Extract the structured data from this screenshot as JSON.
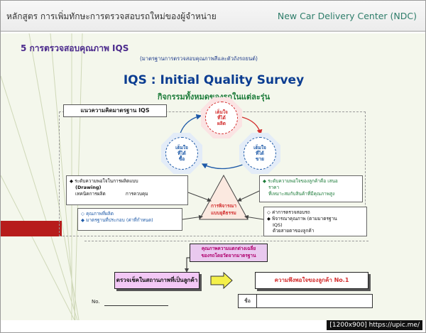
{
  "header": {
    "course_title": "หลักสูตร   การเพิ่มทักษะการตรวจสอบรถใหม่ของผู้จำหน่าย",
    "center_name": "New Car Delivery Center (NDC)"
  },
  "slide": {
    "section_title": "5 การตรวจสอบคุณภาพ IQS",
    "section_subtitle": "(มาตรฐานการตรวจสอบคุณภาพสีและตัวถังรถยนต์)",
    "main_title": "IQS : Initial Quality Survey",
    "main_subtitle": "กิจกรรมทั้งหมดของรถในแต่ละรุ่น",
    "concept_label": "แนวความคิดมาตรฐาน IQS"
  },
  "cycle": {
    "top": [
      "เต็มใจ",
      "ที่ได้",
      "ผลิต"
    ],
    "left": [
      "เต็มใจ",
      "ที่ได้",
      "ซื้อ"
    ],
    "right": [
      "เต็มใจ",
      "ที่ได้",
      "ขาย"
    ]
  },
  "boxes": {
    "left_top": {
      "line1": "◆ ระดับความพอใจในการผลิตแบบ",
      "line2": "(Drawing)",
      "line3": "เทคนิคการผลิต",
      "line4": "การควบคุม"
    },
    "right_top": {
      "line1": "◆ ระดับความพอใจของลูกค้าคือ เสนอ",
      "line2": "ราคา",
      "line3": "ที่เหมาะสมกับสินค้าที่มีคุณภาพสูง"
    },
    "left_bottom": {
      "line1": "◇ คุณภาพที่ผลิต",
      "line2": "◆ มาตรฐานที่ประกอบ (ค่าที่กำหนด)"
    },
    "right_bottom": {
      "line1": "◇ ค่าการตรวจสอบรถ",
      "line2": "◆ พิจารณาคุณภาพ (ตามมาตรฐาน",
      "line3": "IQS)",
      "line4": "ด้วยสายตาของลูกค้า"
    }
  },
  "triangle": {
    "line1": "การพิจารณา",
    "line2": "แบบยุติธรรม"
  },
  "note": {
    "line1": "คุณภาพความแตกต่างเฉลี่ย",
    "line2": "ของรถโดยวัดจากมาตรฐาน"
  },
  "flow": {
    "check_label": "ตรวจเช็คในสถานภาพที่เป็นลูกค้า",
    "satisfaction_label": "ความพึงพอใจของลูกค้า  No.1"
  },
  "form": {
    "no_label": "No.",
    "name_label": "ชื่อ"
  },
  "watermark": "[1200x900] https://upic.me/",
  "colors": {
    "accent_blue": "#0b3d91",
    "accent_green": "#1d7c3a",
    "accent_red": "#d32f2f",
    "pink": "#f3c8f5"
  }
}
